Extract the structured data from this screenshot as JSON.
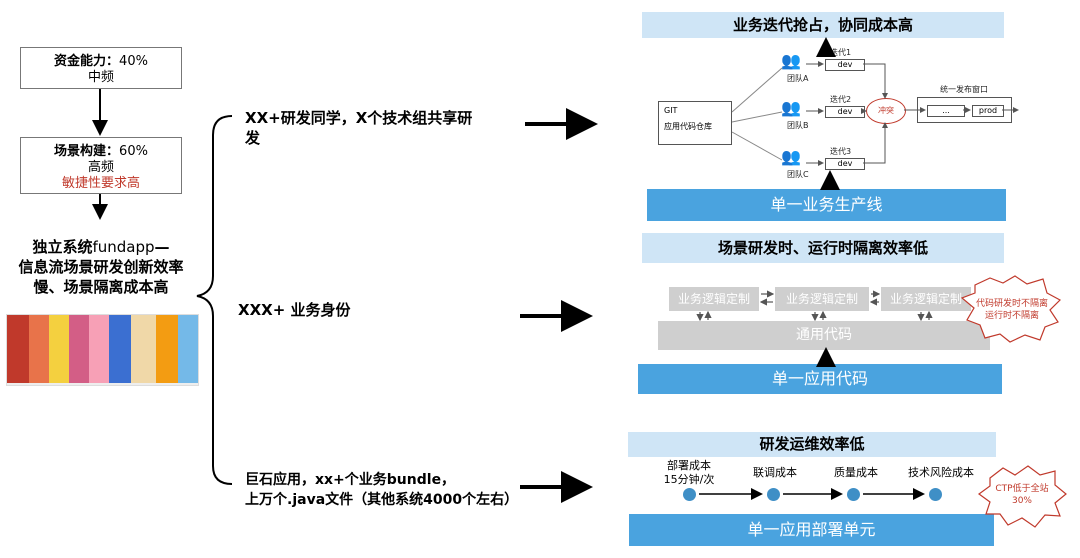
{
  "left": {
    "box1": {
      "title": "资金能力：",
      "pct": "40%",
      "freq": "中频"
    },
    "box2": {
      "title": "场景构建：",
      "pct": "60%",
      "freq": "高频",
      "note": "敏捷性要求高"
    },
    "summary": {
      "line1a": "独立系统",
      "line1b": "fundapp",
      "line1c": "—",
      "line2": "信息流场景研发创新效率",
      "line3": "慢、场景隔离成本高"
    }
  },
  "branches": {
    "b1": {
      "line1": "XX+研发同学，X个技术组共享研",
      "line2": "发"
    },
    "b2": {
      "line1": "XXX+ 业务身份"
    },
    "b3": {
      "line1": "巨石应用，xx+个业务bundle，",
      "line2": "上万个.java文件（其他系统4000个左右）"
    }
  },
  "panel1": {
    "title": "业务迭代抢占，协同成本高",
    "bar": "单一业务生产线",
    "git_line1": "GIT",
    "git_line2": "应用代码仓库",
    "teams": [
      "团队A",
      "团队B",
      "团队C"
    ],
    "iters": [
      "迭代1",
      "迭代2",
      "迭代3"
    ],
    "dev": "dev",
    "conflict": "冲突",
    "window": "统一发布窗口",
    "dots": "...",
    "prod": "prod"
  },
  "panel2": {
    "title": "场景研发时、运行时隔离效率低",
    "logic": [
      "业务逻辑定制",
      "业务逻辑定制",
      "业务逻辑定制"
    ],
    "common": "通用代码",
    "bar": "单一应用代码",
    "burst_line1": "代码研发时不隔离",
    "burst_line2": "运行时不隔离"
  },
  "panel3": {
    "title": "研发运维效率低",
    "costs": [
      {
        "line1": "部署成本",
        "line2": "15分钟/次"
      },
      {
        "line1": "联调成本",
        "line2": ""
      },
      {
        "line1": "质量成本",
        "line2": ""
      },
      {
        "line1": "技术风险成本",
        "line2": ""
      }
    ],
    "burst_line1": "CTP低于全站",
    "burst_line2": "30%",
    "bar": "单一应用部署单元"
  },
  "colors": {
    "blue": "#4aa3df",
    "band": "#cfe5f6",
    "gray": "#cfcfcf",
    "red": "#c0392b",
    "dot": "#3f8fc6"
  }
}
